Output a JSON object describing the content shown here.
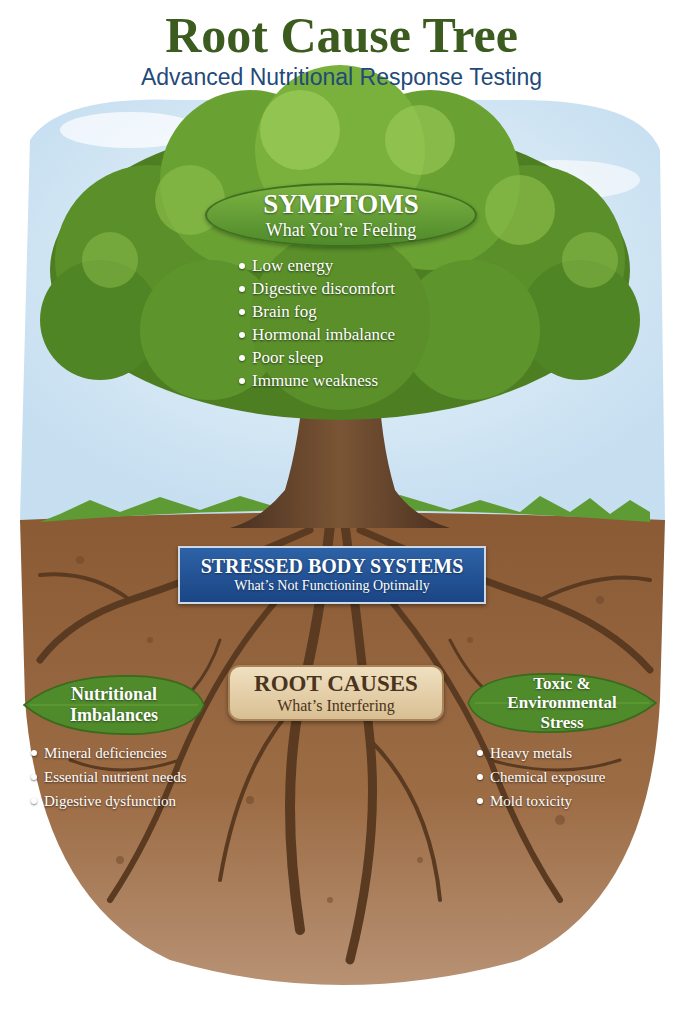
{
  "diagram": {
    "title": "Root Cause Tree",
    "nodes": [
      {
        "text": [
          "SYMPTOMS",
          "What You’re Feeling"
        ]
      },
      {
        "text": [
          "STRESSED BODY SYSTEMS",
          "What’s Not Functioning Optimally"
        ]
      },
      {
        "text": [
          "ROOT CAUSES",
          "What’s Interfering"
        ]
      },
      {
        "text": [
          "Nutritional Imbalances"
        ]
      },
      {
        "text": [
          "Toxic & Environmental Stress"
        ]
      }
    ],
    "labels": [
      "Advanced Nutritional Response Testing",
      "Low energy",
      "Digestive discomfort",
      "Brain fog",
      "Hormonal imbalance",
      "Poor sleep",
      "Immune weakness",
      "Mineral deficiencies",
      "Essential nutrient needs",
      "Digestive dysfunction",
      "Heavy metals",
      "Chemical exposure",
      "Mold toxicity"
    ]
  }
}
